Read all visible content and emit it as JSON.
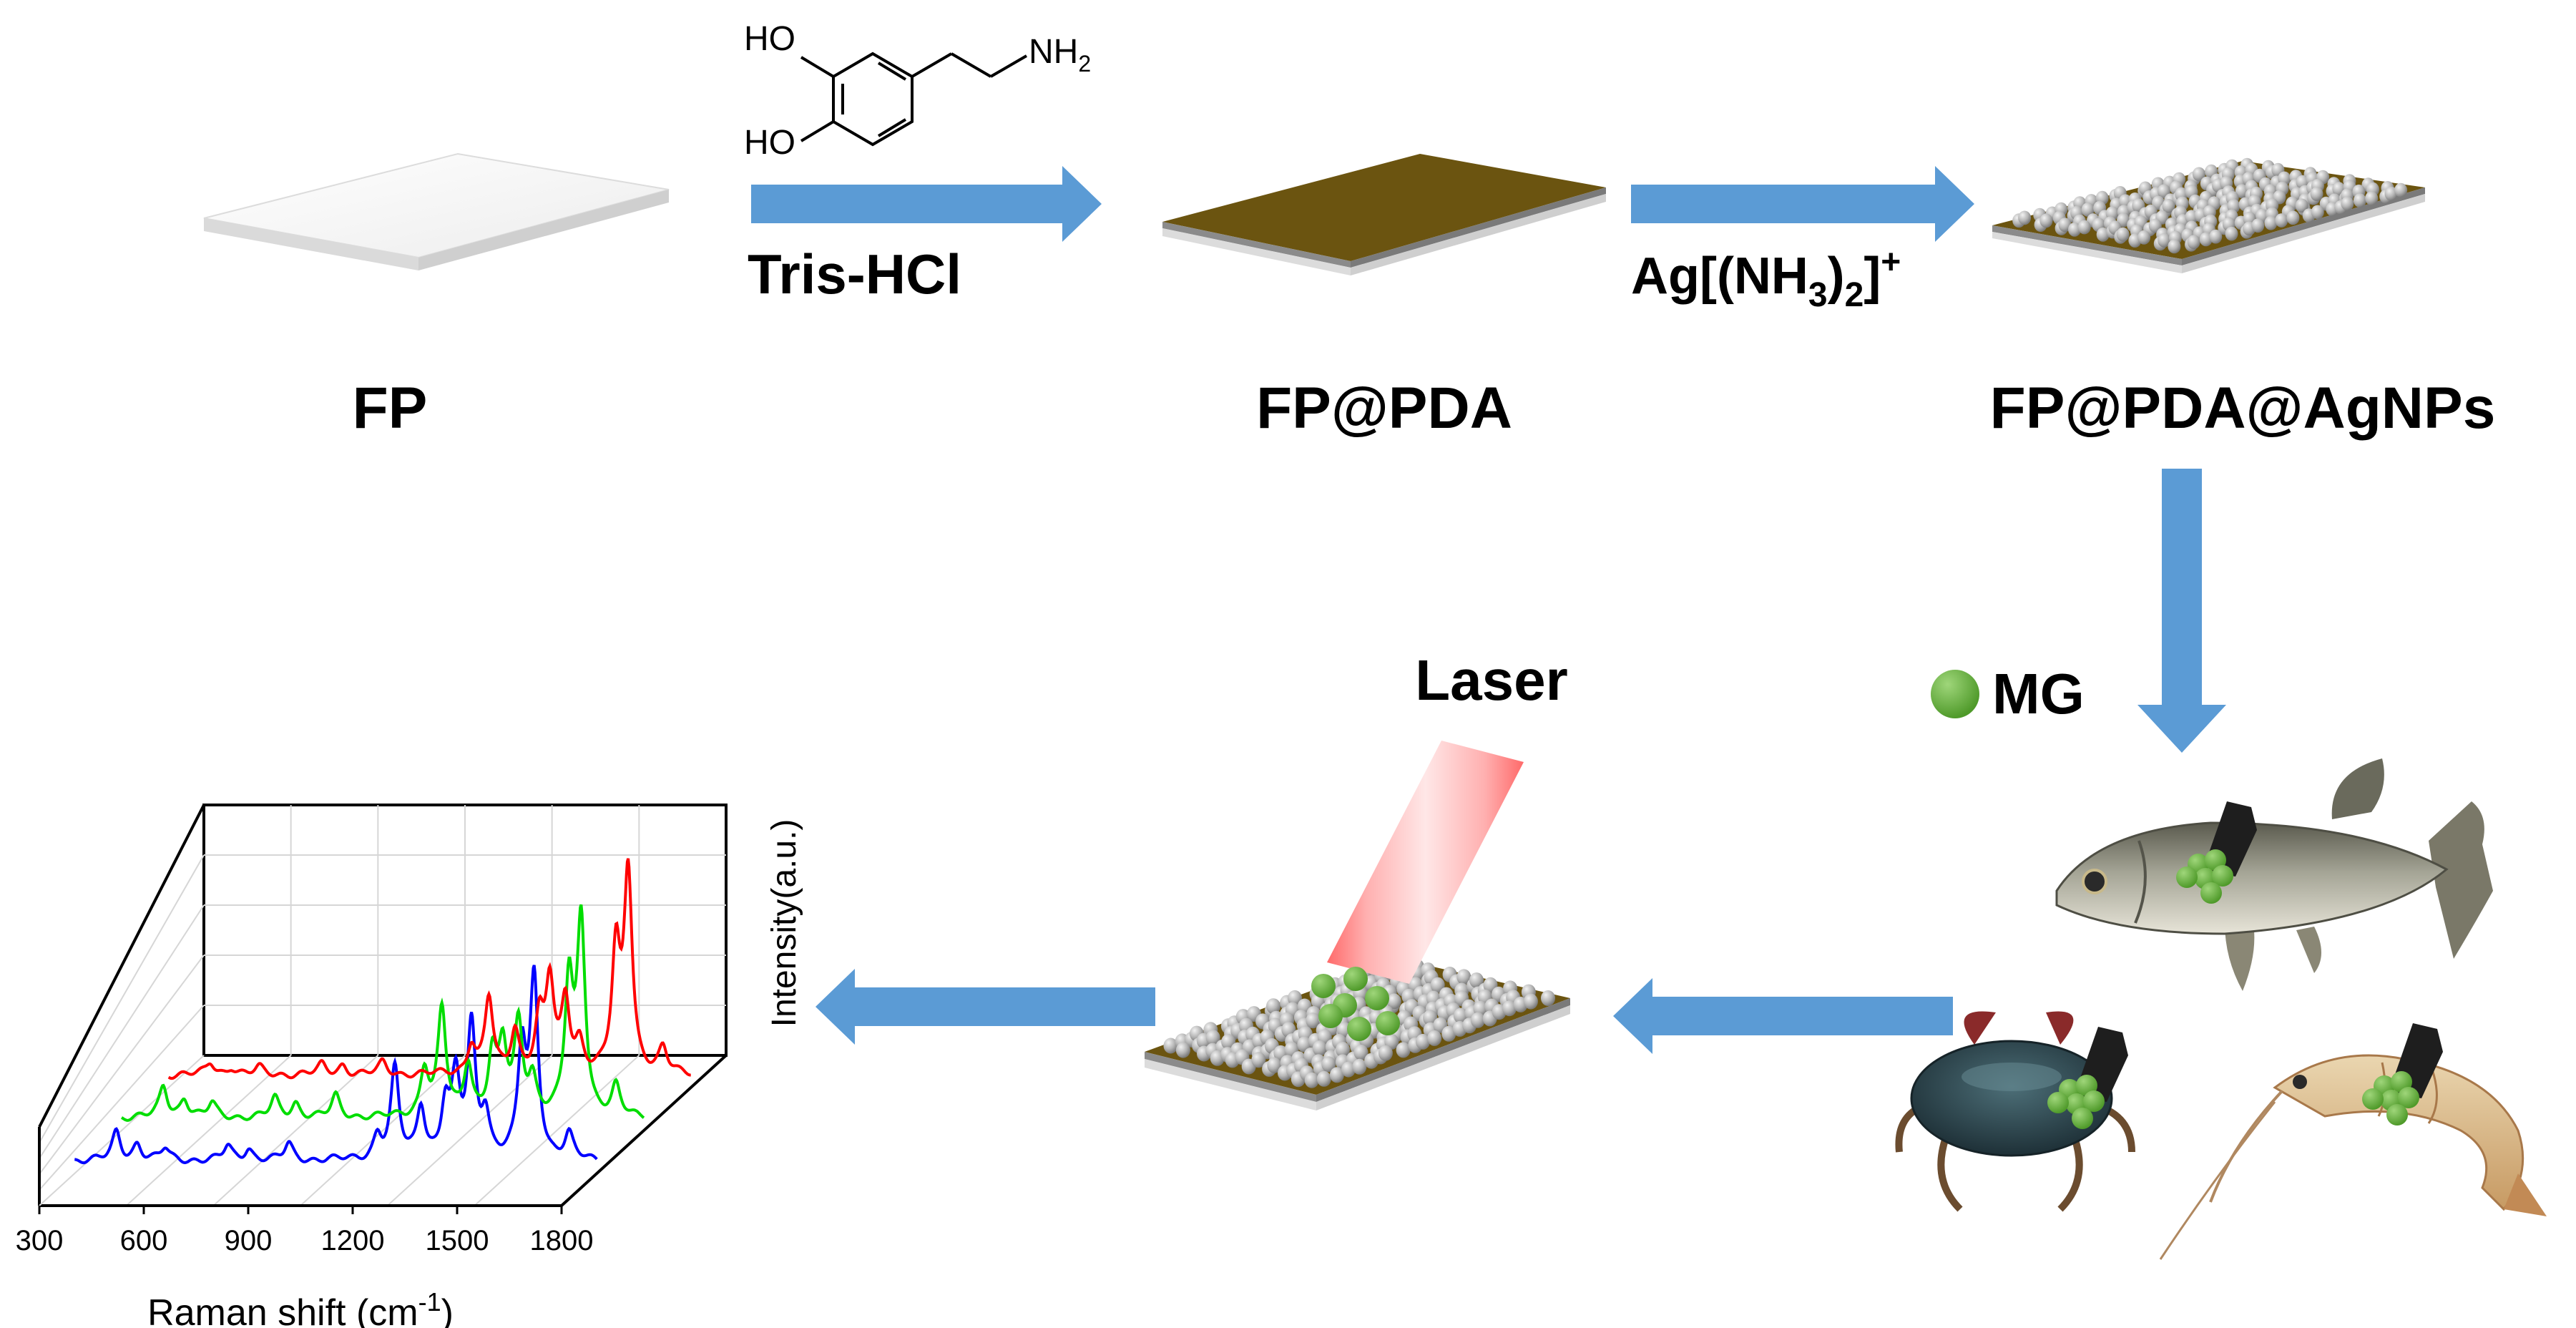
{
  "colors": {
    "arrow": "#5b9bd5",
    "pda_film": "#6b5410",
    "agnp": "#b4b4b4",
    "mg_dot": "#6db33f",
    "laser": "#ff8c8c",
    "spectrum_red": "#ff0000",
    "spectrum_green": "#00dd00",
    "spectrum_blue": "#0000ff"
  },
  "labels": {
    "fp": "FP",
    "fp_pda": "FP@PDA",
    "fp_pda_agnps": "FP@PDA@AgNPs",
    "reagent1": "Tris-HCl",
    "reagent2_main": "Ag[(NH",
    "reagent2_sub1": "3",
    "reagent2_close": ")",
    "reagent2_sub2": "2",
    "reagent2_end": "]",
    "reagent2_sup": "+",
    "laser": "Laser",
    "mg": "MG"
  },
  "molecule": {
    "ho_top": "HO",
    "ho_bottom": "HO",
    "nh": "NH",
    "nh_sub": "2"
  },
  "icons": [
    "dopamine-structure-icon",
    "fish-icon",
    "crab-icon",
    "shrimp-icon",
    "laser-beam-icon",
    "mg-dot-icon"
  ],
  "chart_data": {
    "type": "line",
    "xlabel_main": "Raman shift (cm",
    "xlabel_sup": "-1",
    "xlabel_end": ")",
    "ylabel": "Intensity(a.u.)",
    "x_ticks": [
      "300",
      "600",
      "900",
      "1200",
      "1500",
      "1800"
    ],
    "xlim": [
      300,
      1800
    ],
    "grid": true,
    "series": [
      {
        "color": "blue",
        "peaks": [
          [
            420,
            0.12
          ],
          [
            480,
            0.07
          ],
          [
            560,
            0.05
          ],
          [
            740,
            0.06
          ],
          [
            800,
            0.05
          ],
          [
            915,
            0.07
          ],
          [
            1170,
            0.1
          ],
          [
            1220,
            0.38
          ],
          [
            1295,
            0.22
          ],
          [
            1365,
            0.22
          ],
          [
            1395,
            0.32
          ],
          [
            1440,
            0.55
          ],
          [
            1480,
            0.18
          ],
          [
            1585,
            0.45
          ],
          [
            1620,
            0.75
          ],
          [
            1720,
            0.1
          ]
        ]
      },
      {
        "color": "green",
        "peaks": [
          [
            420,
            0.13
          ],
          [
            480,
            0.08
          ],
          [
            560,
            0.06
          ],
          [
            740,
            0.08
          ],
          [
            800,
            0.06
          ],
          [
            915,
            0.09
          ],
          [
            1170,
            0.2
          ],
          [
            1220,
            0.45
          ],
          [
            1295,
            0.22
          ],
          [
            1365,
            0.25
          ],
          [
            1395,
            0.28
          ],
          [
            1440,
            0.38
          ],
          [
            1480,
            0.15
          ],
          [
            1585,
            0.55
          ],
          [
            1620,
            0.82
          ],
          [
            1720,
            0.12
          ]
        ]
      },
      {
        "color": "red",
        "peaks": [
          [
            420,
            0.05
          ],
          [
            480,
            0.03
          ],
          [
            560,
            0.03
          ],
          [
            740,
            0.04
          ],
          [
            800,
            0.04
          ],
          [
            915,
            0.05
          ],
          [
            1170,
            0.12
          ],
          [
            1220,
            0.32
          ],
          [
            1295,
            0.18
          ],
          [
            1365,
            0.22
          ],
          [
            1395,
            0.38
          ],
          [
            1440,
            0.3
          ],
          [
            1480,
            0.12
          ],
          [
            1585,
            0.5
          ],
          [
            1620,
            0.85
          ],
          [
            1720,
            0.1
          ]
        ]
      }
    ]
  }
}
